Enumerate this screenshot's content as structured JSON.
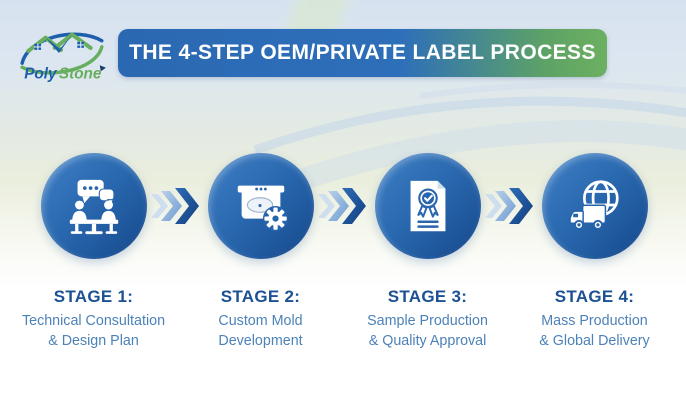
{
  "colors": {
    "banner_left": "#2b68b2",
    "banner_right": "#6cb061",
    "circle_light": "#3f7fc4",
    "circle_dark": "#16488b",
    "icon_ink": "#2a66ae",
    "stage_label": "#1c5193",
    "stage_text": "#4d82b8",
    "arrow_dark": "#1d5aa6",
    "arrow_light": "#8fb4dd",
    "logo_blue": "#1d5fad",
    "logo_green": "#67ae5e"
  },
  "logo": {
    "word1": "Poly",
    "word2": "Stone"
  },
  "banner": {
    "title": "THE 4-STEP OEM/PRIVATE LABEL PROCESS"
  },
  "stages": [
    {
      "label": "STAGE 1:",
      "line1": "Technical Consultation",
      "line2": "& Design Plan",
      "icon": "consultation-icon"
    },
    {
      "label": "STAGE 2:",
      "line1": "Custom Mold",
      "line2": "Development",
      "icon": "sink-mold-gear-icon"
    },
    {
      "label": "STAGE 3:",
      "line1": "Sample Production",
      "line2": "& Quality Approval",
      "icon": "certificate-icon"
    },
    {
      "label": "STAGE 4:",
      "line1": "Mass Production",
      "line2": "& Global Delivery",
      "icon": "globe-truck-icon"
    }
  ]
}
